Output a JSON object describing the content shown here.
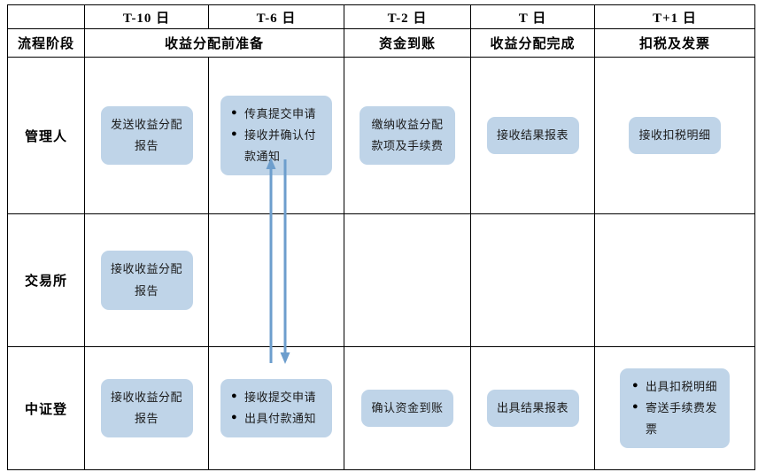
{
  "table": {
    "header_days": [
      "",
      "T-10 日",
      "T-6 日",
      "T-2 日",
      "T 日",
      "T+1 日"
    ],
    "header_stages": [
      "流程阶段",
      "收益分配前准备",
      "资金到账",
      "收益分配完成",
      "扣税及发票"
    ],
    "rows": [
      {
        "role": "管理人",
        "cells": [
          {
            "type": "plain",
            "text": "发送收益分配报告"
          },
          {
            "type": "bullets",
            "items": [
              "传真提交申请",
              "接收并确认付款通知"
            ]
          },
          {
            "type": "plain",
            "text": "缴纳收益分配款项及手续费"
          },
          {
            "type": "plain",
            "text": "接收结果报表"
          },
          {
            "type": "plain",
            "text": "接收扣税明细"
          }
        ]
      },
      {
        "role": "交易所",
        "cells": [
          {
            "type": "plain",
            "text": "接收收益分配报告"
          },
          {
            "type": "empty",
            "text": ""
          },
          {
            "type": "empty",
            "text": ""
          },
          {
            "type": "empty",
            "text": ""
          },
          {
            "type": "empty",
            "text": ""
          }
        ]
      },
      {
        "role": "中证登",
        "cells": [
          {
            "type": "plain",
            "text": "接收收益分配报告"
          },
          {
            "type": "bullets",
            "items": [
              "接收提交申请",
              "出具付款通知"
            ]
          },
          {
            "type": "plain",
            "text": "确认资金到账"
          },
          {
            "type": "plain",
            "text": "出具结果报表"
          },
          {
            "type": "bullets",
            "items": [
              "出具扣税明细",
              "寄送手续费发票"
            ]
          }
        ]
      }
    ]
  },
  "arrows": [
    {
      "name": "arrow-up-submit",
      "direction": "up"
    },
    {
      "name": "arrow-down-notice",
      "direction": "down"
    }
  ],
  "colors": {
    "box_fill": "#bfd4e8",
    "arrow": "#6d9ecd",
    "border": "#000000",
    "text": "#000000"
  }
}
